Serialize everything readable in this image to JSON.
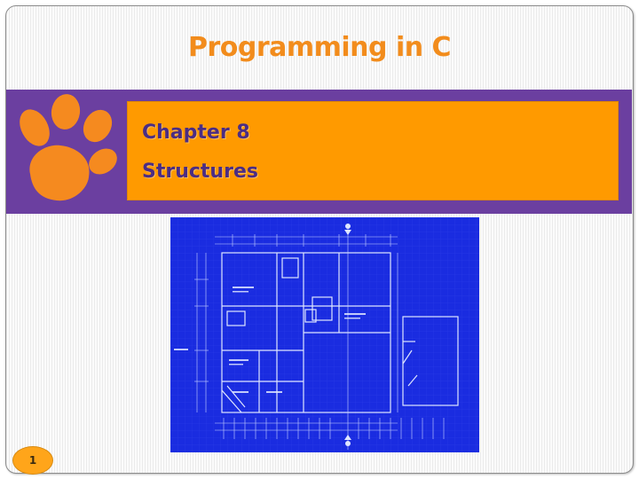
{
  "slide": {
    "title": "Programming in C",
    "subtitle_line1": "Chapter 8",
    "subtitle_line2": "Structures",
    "page_number": "1"
  },
  "colors": {
    "title": "#f28c1c",
    "band": "#6b3fa0",
    "subtitle_box": "#ff9a00",
    "subtitle_text": "#4b2d84",
    "paw": "#f58a1f",
    "blueprint_bg": "#1a2ce0",
    "page_badge": "#ffa51a"
  },
  "icons": {
    "logo": "tiger-paw-icon",
    "image": "house-blueprint-image"
  }
}
